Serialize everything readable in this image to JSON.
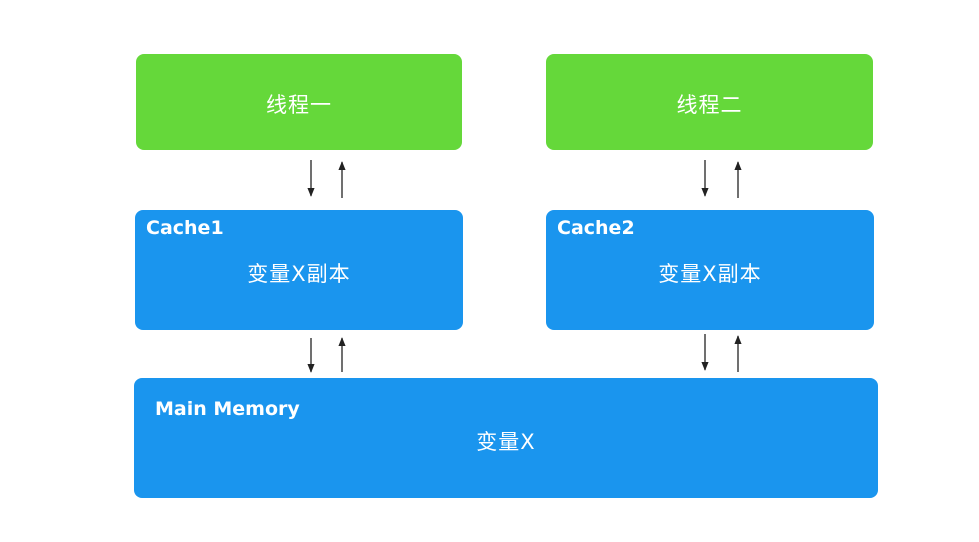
{
  "diagram": {
    "thread_1": {
      "label": "线程一"
    },
    "thread_2": {
      "label": "线程二"
    },
    "cache_1": {
      "title": "Cache1",
      "label": "变量X副本"
    },
    "cache_2": {
      "title": "Cache2",
      "label": "变量X副本"
    },
    "main_memory": {
      "title": "Main Memory",
      "label": "变量X"
    }
  },
  "colors": {
    "thread": "#65d83a",
    "cache": "#1a95ee",
    "memory": "#1a95ee",
    "text": "#ffffff",
    "arrow": "#222222"
  }
}
